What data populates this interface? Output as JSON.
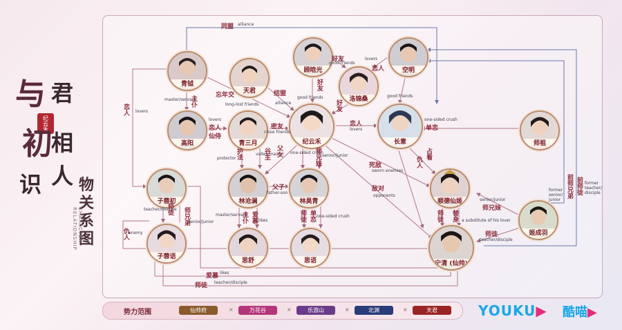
{
  "title": {
    "line1": "与",
    "line2": "君",
    "line3": "初",
    "line4": "相",
    "line5": "识",
    "line6": "人",
    "line7": "物",
    "line8": "关",
    "line9": "系",
    "line10": "图",
    "seal": "纪云禾",
    "english": "CHARACTER RELATIONSHIP"
  },
  "nodes": {
    "qiyue": "青钺",
    "dajun": "天君",
    "xuanshi": "顾晗光",
    "kongming": "空明",
    "luojinsang": "洛锦桑",
    "gaoyang": "高阳",
    "qingsanyue": "青三月",
    "jiyunhe": "纪云禾",
    "changyi": "长意",
    "shizu": "师祖",
    "ziyouchu": "子蓉初",
    "lincanglan": "林沧澜",
    "linhaoqing": "林昊青",
    "shunde": "顺德仙姬",
    "zhuling": "子蓉语",
    "sishu": "思舒",
    "silu": "思语",
    "jichengyu": "姬成羽",
    "ningqing": "宁清 (仙帅)"
  },
  "relations": {
    "alliance_top_zh": "同盟",
    "alliance_top_en": "alliance",
    "lovers_left_zh": "恋人",
    "lovers_left_en": "lovers",
    "master_servant_zh": "主仆",
    "master_servant_en": "master/servant",
    "lost_friends_zh": "忘年交",
    "lost_friends_en": "long-lost friends",
    "alliance_mid_zh": "结盟",
    "alliance_mid_en": "alliance",
    "good_friends1_zh": "好友",
    "good_friends1_en": "good friends",
    "good_friends2_zh": "好友",
    "good_friends2_en": "good friends",
    "good_friends3_zh": "好友",
    "good_friends3_en": "good friends",
    "lovers_top_zh": "恋人",
    "lovers_top_en": "lovers",
    "lovers_gy_zh": "恋人",
    "lovers_gy_en": "lovers",
    "xiandai_zh": "仙侍",
    "close_friends_zh": "密友",
    "close_friends_en": "close friends",
    "lovers_mid_zh": "恋人",
    "lovers_mid_en": "lovers",
    "crush_zh": "单恋",
    "crush_en": "one-sided crush",
    "protector_zh": "护法",
    "protector_en": "protector",
    "valley_master_zh": "谷主",
    "valley_master_en": "valley master",
    "father_zh": "父女",
    "one_sided_en": "one-sided crush",
    "senior_junior1_zh": "师兄妹",
    "senior_junior1_en": "senior/junior",
    "father_son_zh": "父子",
    "father_son_en": "father-son",
    "sworn_zh": "死敌",
    "sworn_en": "sworn enemies",
    "opponents_zh": "敌对",
    "opponents_en": "opponents",
    "enemy_zh": "仇人",
    "enemy_en": "enemy",
    "look_after_zh": "占看",
    "enemy_cy_zh": "仇人",
    "teacher1_zh": "师徒",
    "teacher1_en": "teacher/disciple",
    "senior_junior2_zh": "师兄弟",
    "senior_junior2_en": "senior/junior",
    "master_servant2_zh": "主仆",
    "master_servant2_en": "master/servant",
    "likes1_zh": "爱慕",
    "likes1_en": "likes",
    "crush2_zh": "单恋",
    "crush2_en": "one-sided crush",
    "teacher2_zh": "师徒",
    "substitute_zh": "替身",
    "substitute_en": "a substitute of his lover",
    "teacher3_zh": "师徒",
    "teacher3_en": "teacher/disciple",
    "senior_junior3_zh": "师兄妹",
    "senior_junior3_en": "senior/junior",
    "former_senior_zh": "前师兄弟",
    "former_senior_en": "former senior/ junior",
    "former_teacher_zh": "前师徒",
    "former_teacher_en": "former teacher/ disciple",
    "likes_bottom_zh": "爱慕",
    "likes_bottom_en": "likes",
    "teacher_bottom_zh": "师徒",
    "teacher_bottom_en": "teacher/disciple"
  },
  "legend": {
    "title": "势力范围",
    "factions": [
      {
        "label": "仙帅府",
        "color": "#8a5a2a"
      },
      {
        "label": "万花谷",
        "color": "#b3367a"
      },
      {
        "label": "乐游山",
        "color": "#6a3b8a"
      },
      {
        "label": "北渊",
        "color": "#2a3b7a"
      },
      {
        "label": "天君",
        "color": "#9a2424"
      }
    ],
    "sep": "×"
  },
  "logos": {
    "youku": "YOUKU",
    "kumiao": "酷喵"
  },
  "colors": {
    "line": "#b0788a",
    "blue_line": "#6a78a8",
    "accent": "#8c2b3c"
  }
}
